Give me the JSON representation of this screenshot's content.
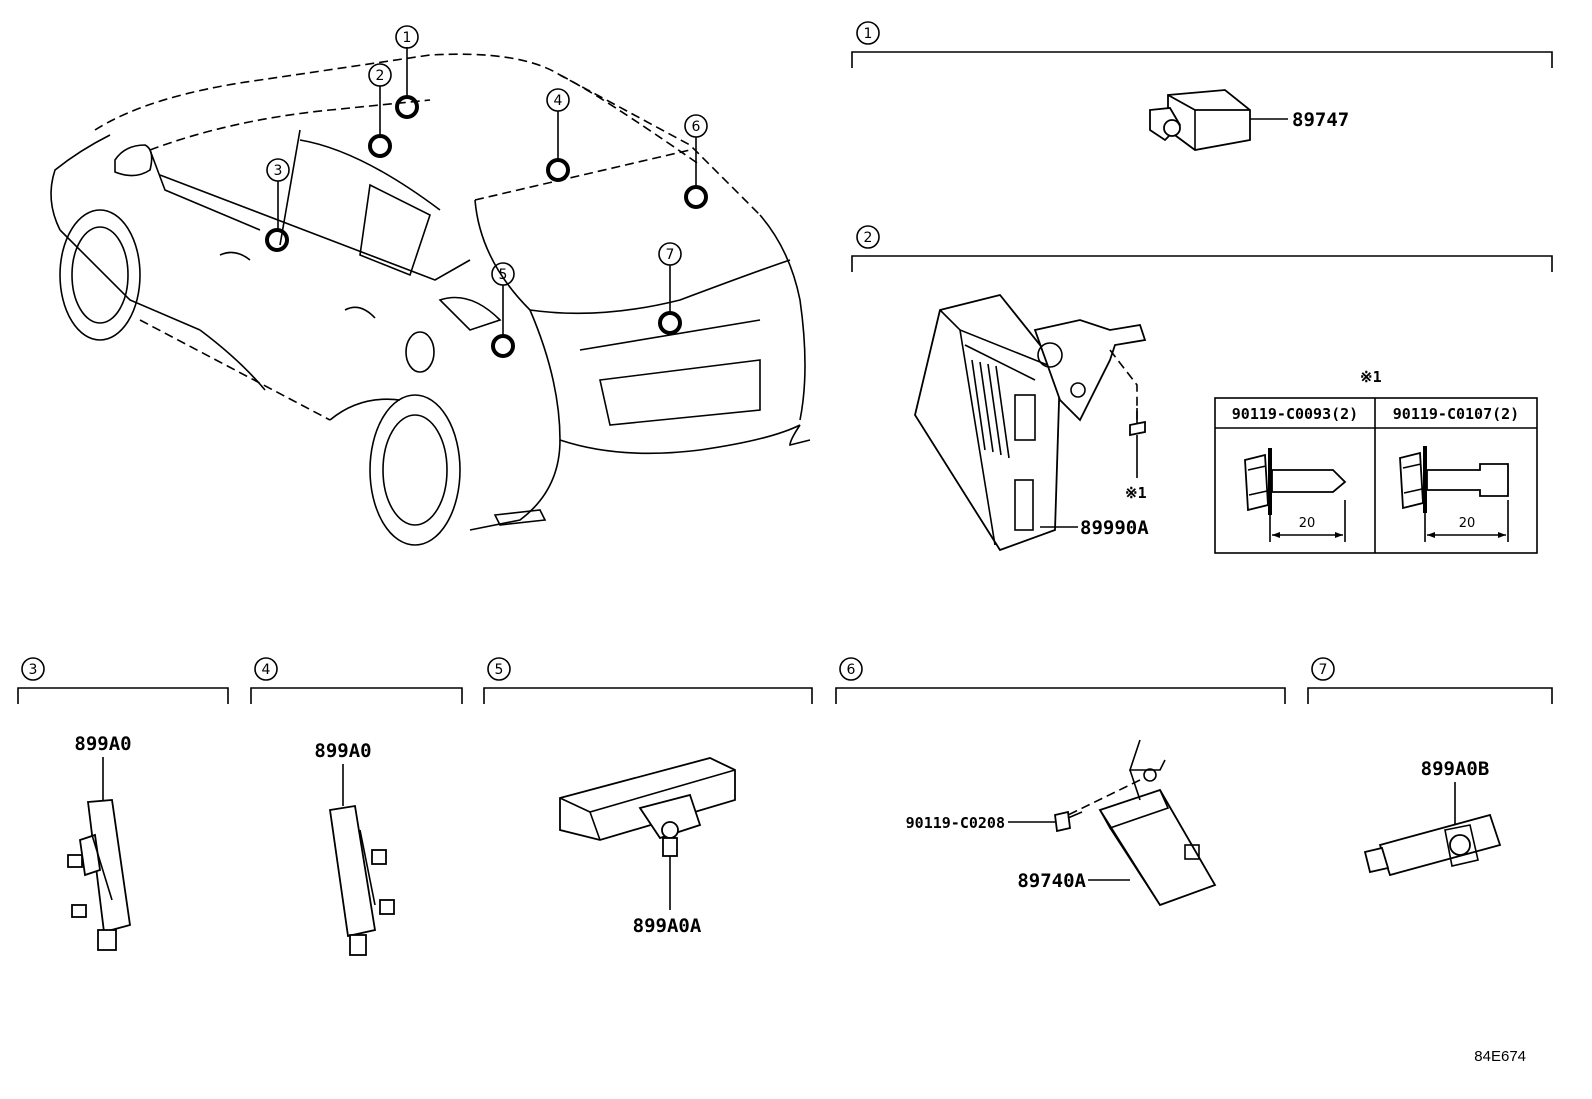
{
  "callouts": [
    "1",
    "2",
    "3",
    "4",
    "5",
    "6",
    "7"
  ],
  "sections": [
    {
      "num": "1",
      "parts": [
        "89747"
      ]
    },
    {
      "num": "2",
      "parts": [
        "89990A"
      ]
    },
    {
      "num": "3",
      "parts": [
        "899A0"
      ]
    },
    {
      "num": "4",
      "parts": [
        "899A0"
      ]
    },
    {
      "num": "5",
      "parts": [
        "899A0A"
      ]
    },
    {
      "num": "6",
      "parts": [
        "90119-C0208",
        "89740A"
      ]
    },
    {
      "num": "7",
      "parts": [
        "899A0B"
      ]
    }
  ],
  "bolt_table": {
    "ref_mark": "※1",
    "headers": [
      "90119-C0093(2)",
      "90119-C0107(2)"
    ],
    "dims": [
      "20",
      "20"
    ]
  },
  "bolt_ref_label": "※1",
  "diagram_code": "84E674"
}
